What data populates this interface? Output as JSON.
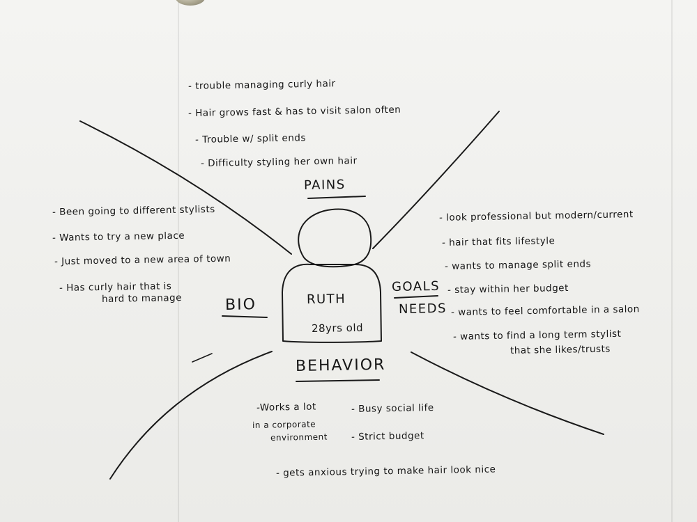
{
  "persona": {
    "name": "RUTH",
    "age": "28yrs old"
  },
  "sections": {
    "pains": {
      "heading": "PAINS",
      "items": [
        "- trouble managing curly hair",
        "- Hair grows fast & has to visit salon often",
        "- Trouble w/ split ends",
        "- Difficulty styling her own hair"
      ]
    },
    "bio": {
      "heading": "BIO",
      "items": [
        "- Been going to different stylists",
        "- Wants to try a new place",
        "- Just moved to a new area of town",
        "- Has curly hair that is",
        "hard to manage"
      ]
    },
    "goals_needs": {
      "heading_line1": "GOALS",
      "heading_line2": "NEEDS",
      "items": [
        "- look professional but modern/current",
        "- hair that fits lifestyle",
        "- wants to manage split ends",
        "- stay within her budget",
        "- wants to feel comfortable in a salon",
        "- wants to find a long term stylist",
        "that she likes/trusts"
      ]
    },
    "behavior": {
      "heading": "BEHAVIOR",
      "items": [
        "-Works a lot",
        "in a corporate",
        "environment",
        "- Busy social life",
        "- Strict budget",
        "- gets anxious trying to make hair look nice"
      ]
    }
  }
}
